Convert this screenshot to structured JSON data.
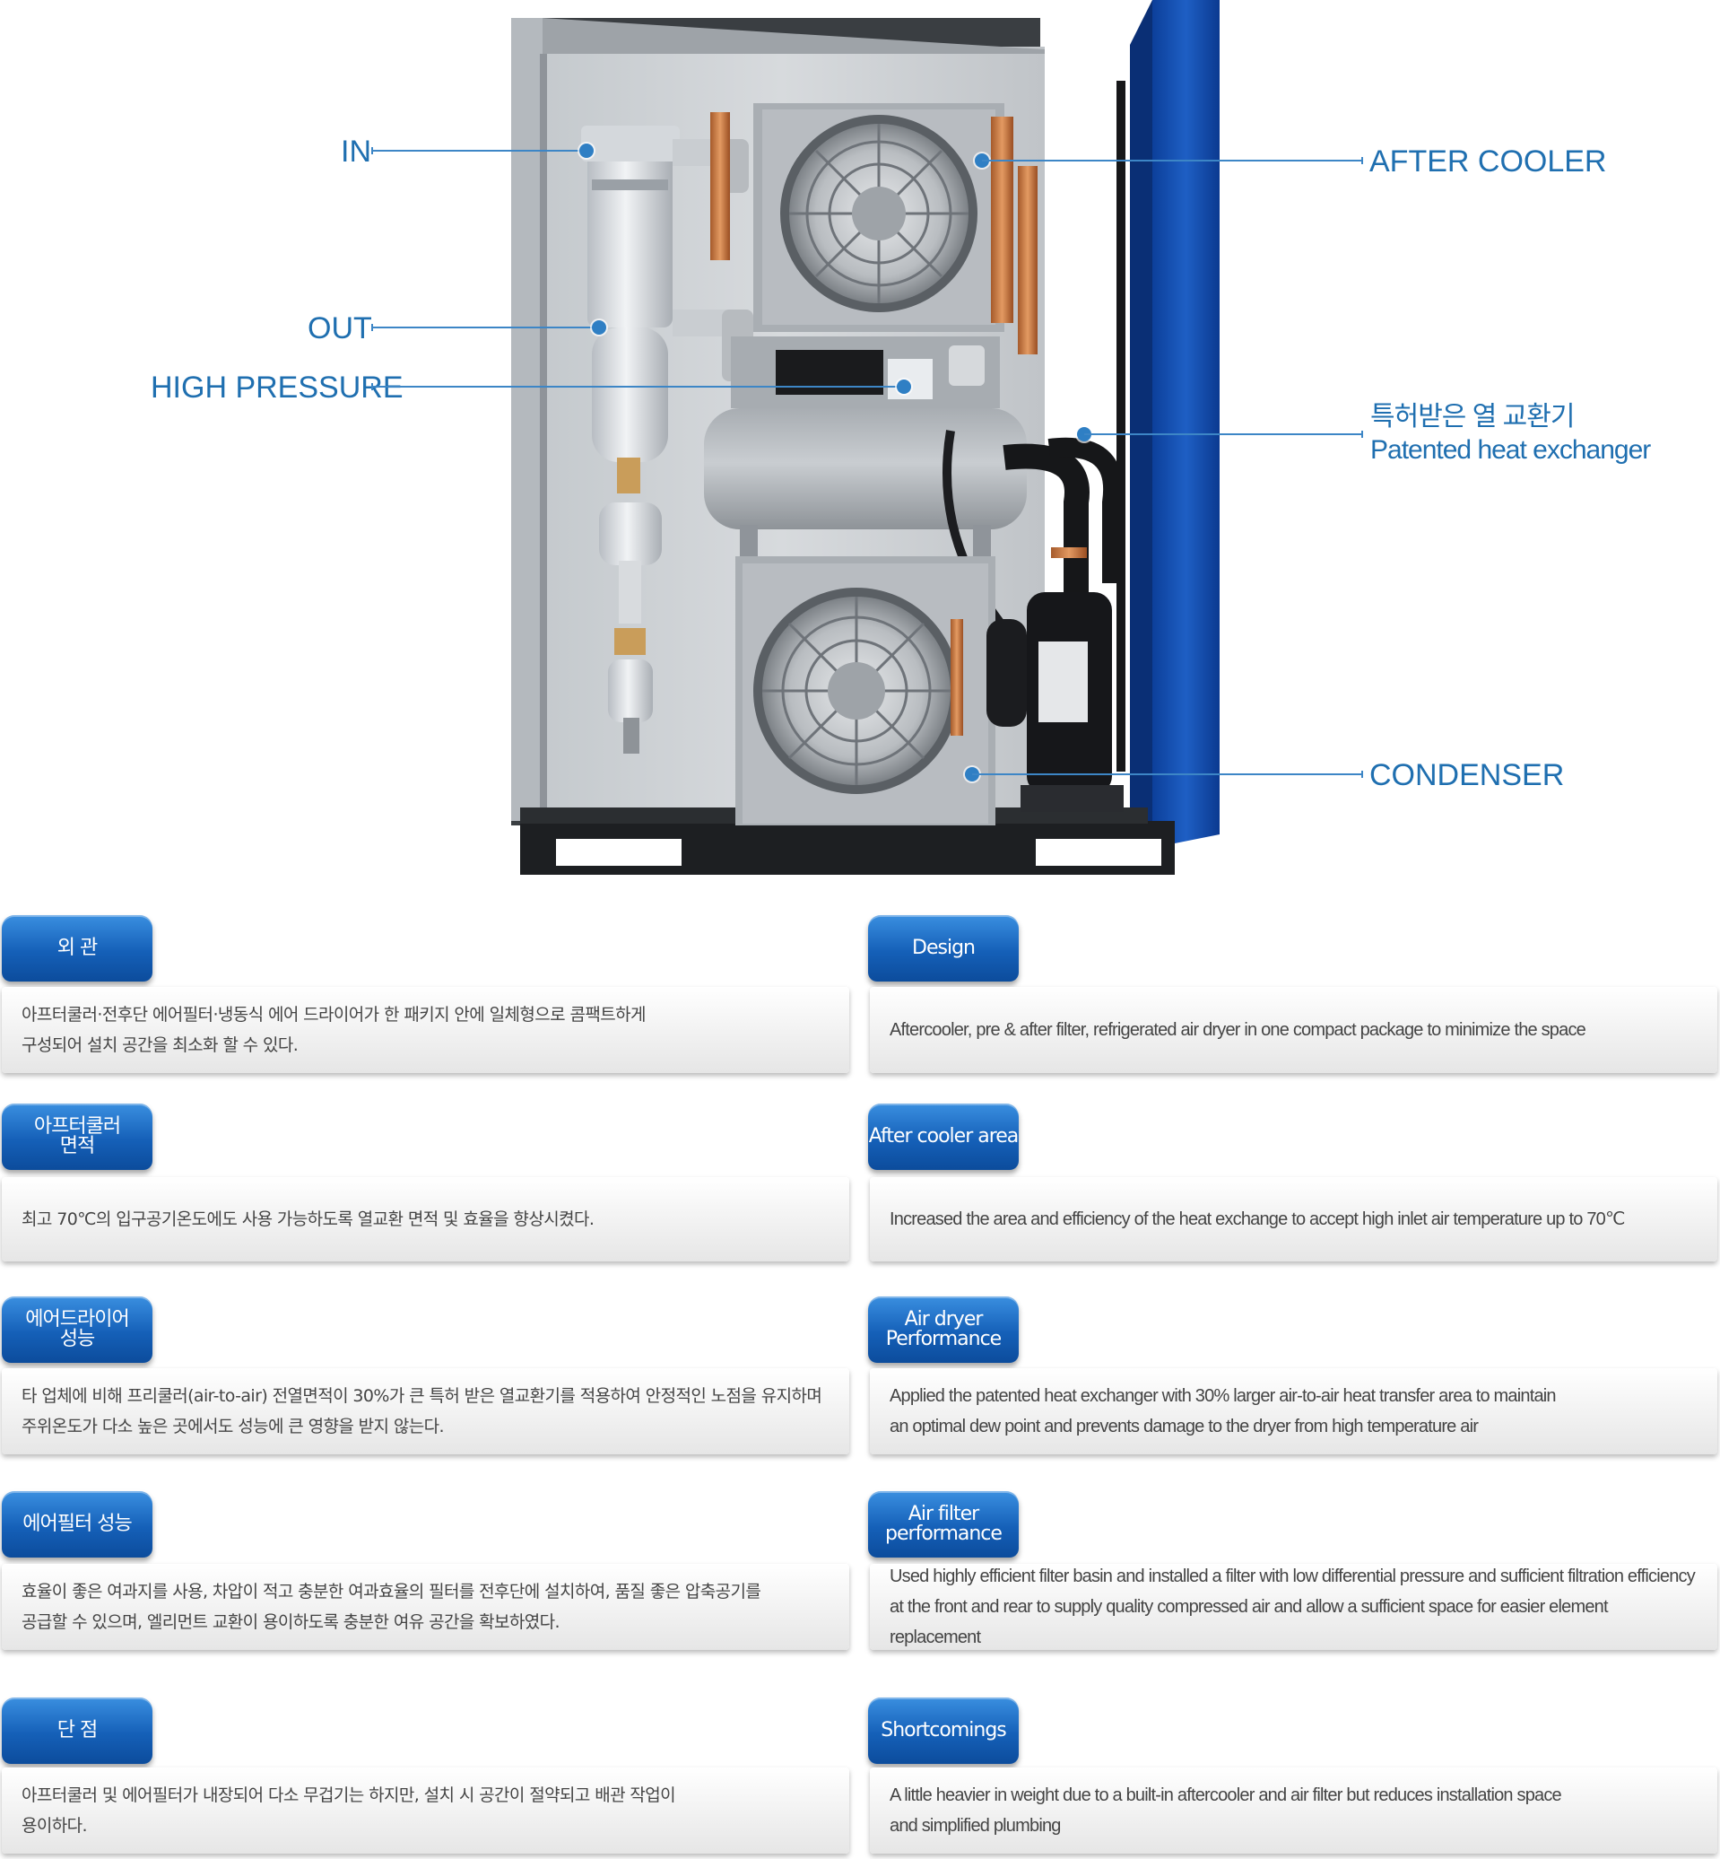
{
  "labels": {
    "in": "IN",
    "out": "OUT",
    "high_pressure": "HIGH PRESSURE",
    "after_cooler": "AFTER COOLER",
    "heat_exchanger_ko": "특허받은 열 교환기",
    "heat_exchanger_en": "Patented heat exchanger",
    "condenser": "CONDENSER"
  },
  "sections": [
    {
      "ko_title": [
        "외  관"
      ],
      "ko_text": "아프터쿨러·전후단 에어필터·냉동식 에어 드라이어가 한 패키지 안에 일체형으로 콤팩트하게\n구성되어 설치 공간을 최소화 할 수 있다.",
      "en_title": [
        "Design"
      ],
      "en_text": "Aftercooler, pre & after filter, refrigerated air dryer in one compact package to minimize the space"
    },
    {
      "ko_title": [
        "아프터쿨러",
        "면적"
      ],
      "ko_text": "최고 70℃의 입구공기온도에도 사용 가능하도록 열교환 면적 및 효율을 향상시켰다.",
      "en_title": [
        "After cooler area"
      ],
      "en_text": "Increased the area and efficiency of the heat exchange to accept high inlet air temperature up to 70℃"
    },
    {
      "ko_title": [
        "에어드라이어",
        "성능"
      ],
      "ko_text": "타 업체에 비해 프리쿨러(air-to-air) 전열면적이 30%가 큰 특허 받은 열교환기를 적용하여 안정적인 노점을 유지하며\n주위온도가 다소 높은 곳에서도 성능에 큰 영향을 받지 않는다.",
      "en_title": [
        "Air dryer",
        "Performance"
      ],
      "en_text": "Applied the patented heat exchanger with 30% larger air-to-air heat transfer area to maintain\nan optimal dew point and prevents damage to the dryer from high temperature air"
    },
    {
      "ko_title": [
        "에어필터 성능"
      ],
      "ko_text": "효율이 좋은 여과지를 사용, 차압이 적고 충분한 여과효율의 필터를 전후단에 설치하여, 품질 좋은 압축공기를\n공급할 수 있으며, 엘리먼트 교환이 용이하도록 충분한 여유 공간을 확보하였다.",
      "en_title": [
        "Air filter",
        "performance"
      ],
      "en_text": "Used highly efficient filter basin and installed a filter with low differential pressure and sufficient filtration efficiency\nat the front and rear to supply quality compressed air and allow a sufficient space for easier element replacement"
    },
    {
      "ko_title": [
        "단  점"
      ],
      "ko_text": "아프터쿨러 및 에어필터가 내장되어 다소 무겁기는 하지만, 설치 시 공간이 절약되고 배관 작업이\n용이하다.",
      "en_title": [
        "Shortcomings"
      ],
      "en_text": "A little heavier in weight due to a built-in aftercooler and air filter but reduces installation space\nand simplified plumbing"
    }
  ]
}
